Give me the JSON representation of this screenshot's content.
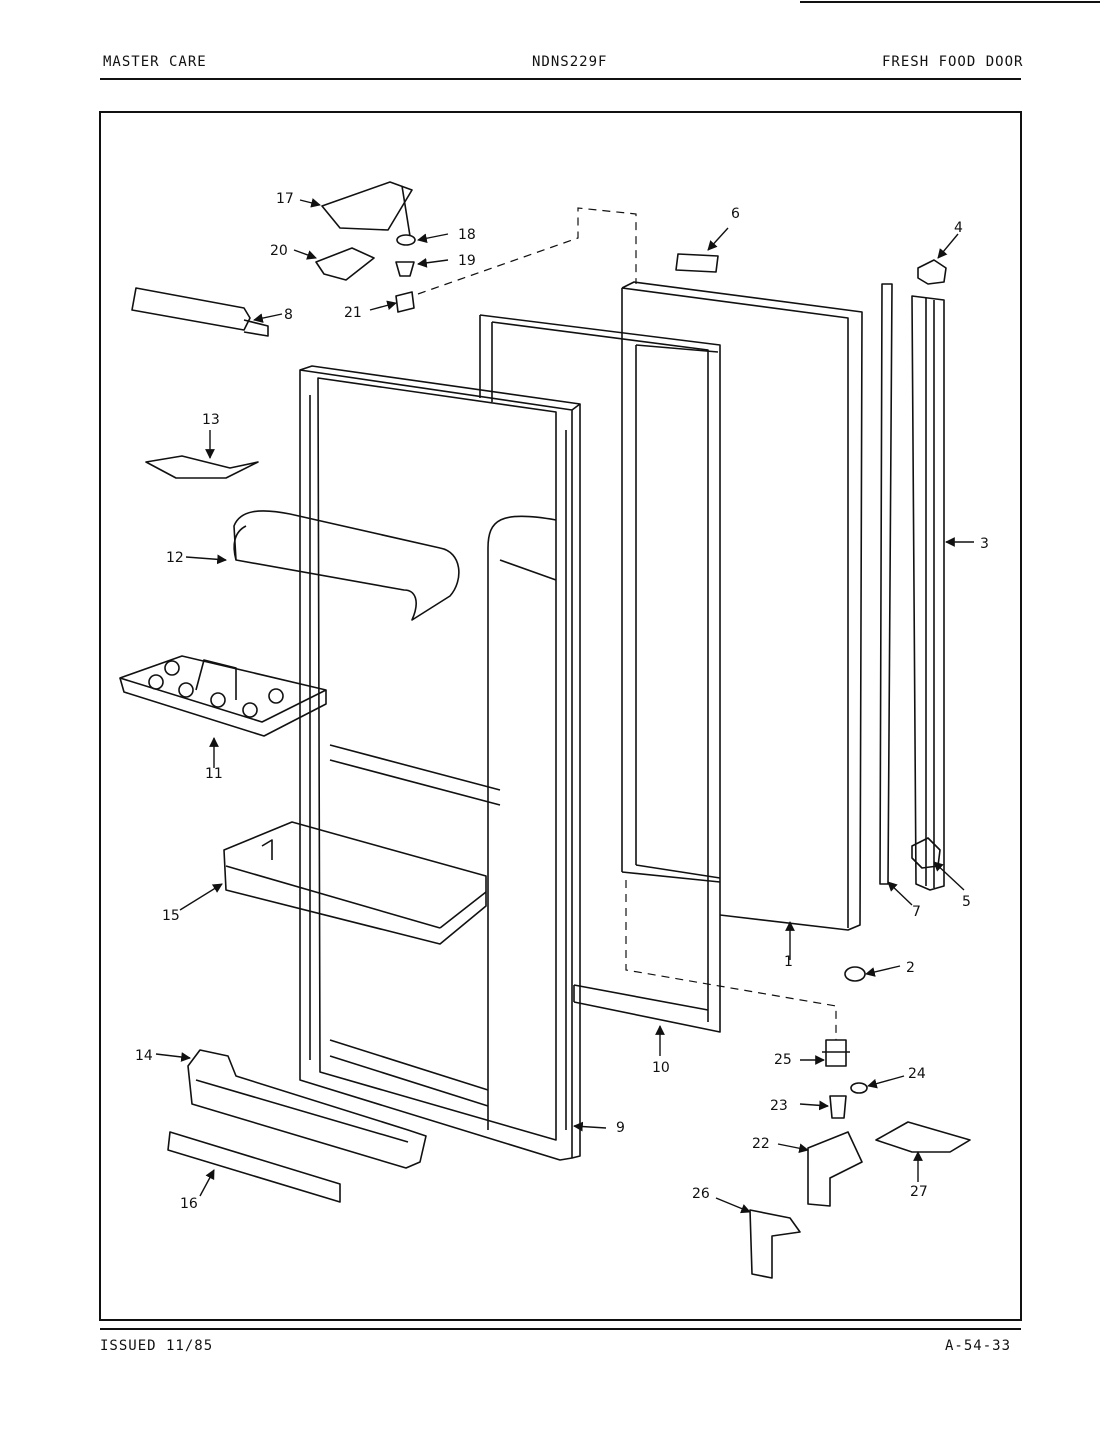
{
  "header": {
    "left": "MASTER CARE",
    "center": "NDNS229F",
    "right": "FRESH FOOD DOOR"
  },
  "footer": {
    "left": "ISSUED 11/85",
    "right": "A-54-33"
  },
  "callouts": [
    {
      "id": "1",
      "text": "1"
    },
    {
      "id": "2",
      "text": "2"
    },
    {
      "id": "3",
      "text": "3"
    },
    {
      "id": "4",
      "text": "4"
    },
    {
      "id": "5",
      "text": "5"
    },
    {
      "id": "6",
      "text": "6"
    },
    {
      "id": "7",
      "text": "7"
    },
    {
      "id": "8",
      "text": "8"
    },
    {
      "id": "9",
      "text": "9"
    },
    {
      "id": "10",
      "text": "10"
    },
    {
      "id": "11",
      "text": "11"
    },
    {
      "id": "12",
      "text": "12"
    },
    {
      "id": "13",
      "text": "13"
    },
    {
      "id": "14",
      "text": "14"
    },
    {
      "id": "15",
      "text": "15"
    },
    {
      "id": "16",
      "text": "16"
    },
    {
      "id": "17",
      "text": "17"
    },
    {
      "id": "18",
      "text": "18"
    },
    {
      "id": "19",
      "text": "19"
    },
    {
      "id": "20",
      "text": "20"
    },
    {
      "id": "21",
      "text": "21"
    },
    {
      "id": "22",
      "text": "22"
    },
    {
      "id": "23",
      "text": "23"
    },
    {
      "id": "24",
      "text": "24"
    },
    {
      "id": "25",
      "text": "25"
    },
    {
      "id": "26",
      "text": "26"
    },
    {
      "id": "27",
      "text": "27"
    }
  ]
}
